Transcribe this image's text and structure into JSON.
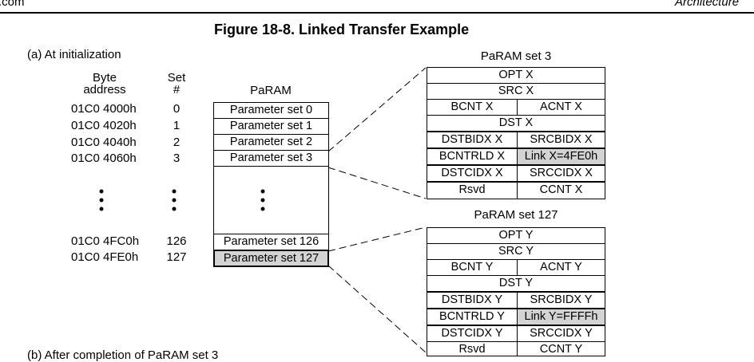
{
  "header": {
    "left": ".com",
    "right": "Architecture"
  },
  "figure_title": "Figure 18-8. Linked Transfer Example",
  "section_a": {
    "label": "(a)  At initialization"
  },
  "section_b": {
    "label": "(b)  After completion of PaRAM set 3"
  },
  "columns": {
    "byte_address_1": "Byte",
    "byte_address_2": "address",
    "set_1": "Set",
    "set_2": "#",
    "param": "PaRAM"
  },
  "rows": [
    {
      "address": "01C0 4000h",
      "set": "0",
      "param": "Parameter set 0"
    },
    {
      "address": "01C0 4020h",
      "set": "1",
      "param": "Parameter set 1"
    },
    {
      "address": "01C0 4040h",
      "set": "2",
      "param": "Parameter set 2"
    },
    {
      "address": "01C0 4060h",
      "set": "3",
      "param": "Parameter set 3"
    },
    {
      "address": "01C0 4FC0h",
      "set": "126",
      "param": "Parameter set 126"
    },
    {
      "address": "01C0 4FE0h",
      "set": "127",
      "param": "Parameter set 127"
    }
  ],
  "set3": {
    "title": "PaRAM set 3",
    "opt": "OPT X",
    "src": "SRC X",
    "bcnt": "BCNT X",
    "acnt": "ACNT X",
    "dst": "DST X",
    "dstbidx": "DSTBIDX X",
    "srcbidx": "SRCBIDX X",
    "bcntrld": "BCNTRLD X",
    "link": "Link X=4FE0h",
    "dstcidx": "DSTCIDX X",
    "srccidx": "SRCCIDX X",
    "rsvd": "Rsvd",
    "ccnt": "CCNT X"
  },
  "set127": {
    "title": "PaRAM set 127",
    "opt": "OPT Y",
    "src": "SRC Y",
    "bcnt": "BCNT Y",
    "acnt": "ACNT Y",
    "dst": "DST Y",
    "dstbidx": "DSTBIDX Y",
    "srcbidx": "SRCBIDX Y",
    "bcntrld": "BCNTRLD Y",
    "link": "Link Y=FFFFh",
    "dstcidx": "DSTCIDX Y",
    "srccidx": "SRCCIDX Y",
    "rsvd": "Rsvd",
    "ccnt": "CCNT Y"
  }
}
